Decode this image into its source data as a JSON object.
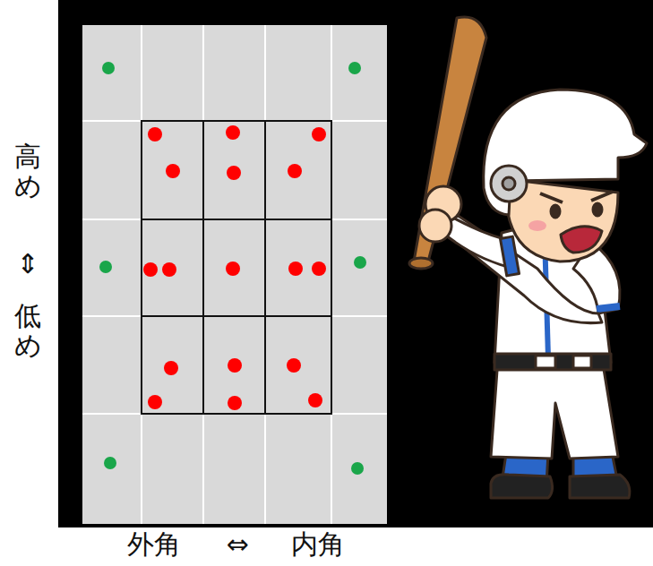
{
  "diagram": {
    "labels": [
      "高め",
      "⇕",
      "低め",
      "外角",
      "⇔",
      "内角"
    ]
  }
}
